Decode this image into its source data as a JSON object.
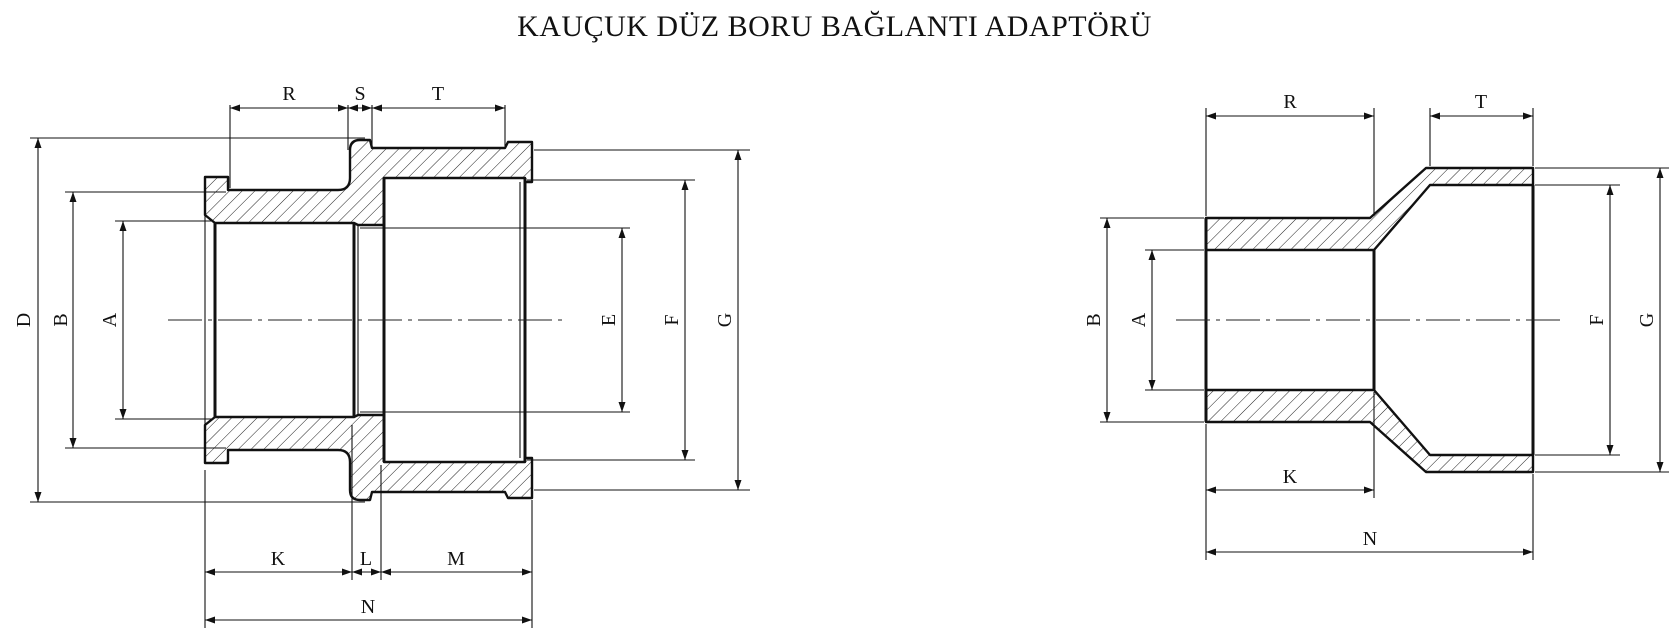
{
  "title": "KAUÇUK DÜZ BORU BAĞLANTI ADAPTÖRÜ",
  "left_view": {
    "labels": {
      "R": "R",
      "S": "S",
      "T": "T",
      "D": "D",
      "B": "B",
      "A": "A",
      "E": "E",
      "F": "F",
      "G": "G",
      "K": "K",
      "L": "L",
      "M": "M",
      "N": "N"
    }
  },
  "right_view": {
    "labels": {
      "R": "R",
      "T": "T",
      "B": "B",
      "A": "A",
      "F": "F",
      "G": "G",
      "K": "K",
      "N": "N"
    }
  }
}
